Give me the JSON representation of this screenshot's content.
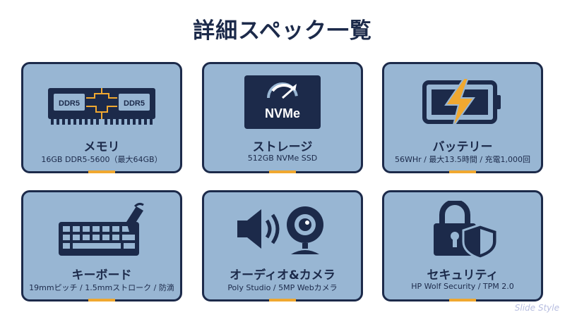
{
  "title": "詳細スペック一覧",
  "cards": [
    {
      "name": "メモリ",
      "desc": "16GB DDR5-5600（最大64GB）",
      "icon": "ram-icon",
      "chips": [
        "DDR5",
        "DDR5"
      ]
    },
    {
      "name": "ストレージ",
      "desc": "512GB NVMe SSD",
      "icon": "ssd-icon",
      "chip_label": "NVMe"
    },
    {
      "name": "バッテリー",
      "desc": "56WHr / 最大13.5時間 / 充電1,000回",
      "icon": "battery-icon"
    },
    {
      "name": "キーボード",
      "desc": "19mmピッチ / 1.5mmストローク / 防滴",
      "icon": "keyboard-icon"
    },
    {
      "name": "オーディオ&カメラ",
      "desc": "Poly Studio / 5MP Webカメラ",
      "icon": "speaker-webcam-icon"
    },
    {
      "name": "セキュリティ",
      "desc": "HP Wolf Security / TPM 2.0",
      "icon": "lock-shield-icon"
    }
  ],
  "watermark": "Slide Style",
  "colors": {
    "navy": "#1c2a4a",
    "card": "#98b6d3",
    "accent": "#f0a830"
  }
}
